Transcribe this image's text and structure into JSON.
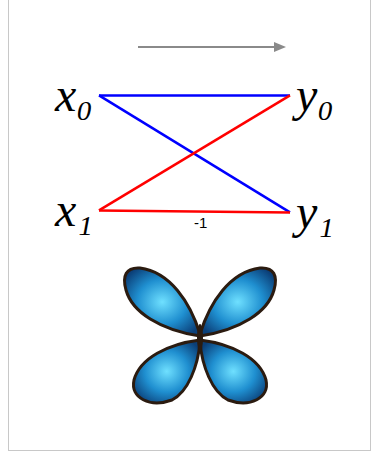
{
  "diagram": {
    "nodes": [
      {
        "text": [
          "x₀"
        ]
      },
      {
        "text": [
          "y₀"
        ]
      },
      {
        "text": [
          "x₁"
        ]
      },
      {
        "text": [
          "y₁"
        ]
      }
    ],
    "edges": [
      {
        "from": 0,
        "to": 1,
        "arrow": "none"
      },
      {
        "from": 0,
        "to": 3,
        "arrow": "none"
      },
      {
        "from": 2,
        "to": 1,
        "arrow": "none"
      },
      {
        "from": 2,
        "to": 3,
        "label": "-1",
        "arrow": "none"
      }
    ]
  }
}
